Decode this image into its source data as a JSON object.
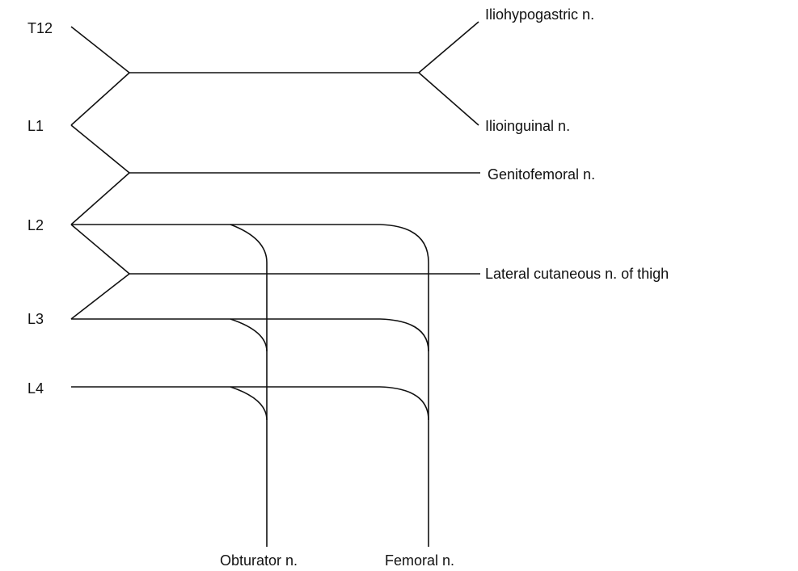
{
  "roots": {
    "t12": "T12",
    "l1": "L1",
    "l2": "L2",
    "l3": "L3",
    "l4": "L4"
  },
  "nerves": {
    "iliohypogastric": "Iliohypogastric n.",
    "ilioinguinal": "Ilioinguinal n.",
    "genitofemoral": "Genitofemoral n.",
    "lateral_cutaneous": "Lateral cutaneous n. of thigh",
    "obturator": "Obturator n.",
    "femoral": "Femoral n."
  }
}
